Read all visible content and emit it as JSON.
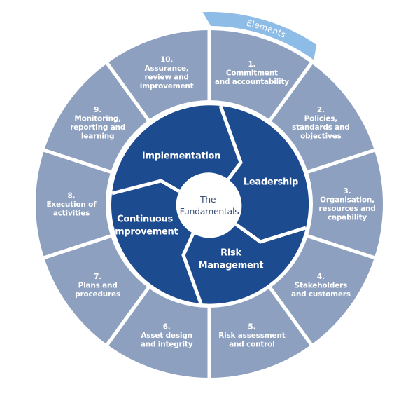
{
  "diagram": {
    "elements_tab_label": "Elements",
    "center_label_lines": [
      "The",
      "Fundamentals"
    ],
    "colors": {
      "element_segment": "#8ea0bf",
      "fundamental_segment": "#1d4b8f",
      "elements_tab": "#8dbce6",
      "divider": "#ffffff",
      "center_circle": "#ffffff",
      "center_text": "#3a4e78",
      "segment_text": "#ffffff"
    },
    "elements": [
      {
        "number": "1.",
        "lines": [
          "Commitment",
          "and accountability"
        ]
      },
      {
        "number": "2.",
        "lines": [
          "Policies,",
          "standards and",
          "objectives"
        ]
      },
      {
        "number": "3.",
        "lines": [
          "Organisation,",
          "resources and",
          "capability"
        ]
      },
      {
        "number": "4.",
        "lines": [
          "Stakeholders",
          "and customers"
        ]
      },
      {
        "number": "5.",
        "lines": [
          "Risk assessment",
          "and control"
        ]
      },
      {
        "number": "6.",
        "lines": [
          "Asset design",
          "and integrity"
        ]
      },
      {
        "number": "7.",
        "lines": [
          "Plans and",
          "procedures"
        ]
      },
      {
        "number": "8.",
        "lines": [
          "Execution of",
          "activities"
        ]
      },
      {
        "number": "9.",
        "lines": [
          "Monitoring,",
          "reporting and",
          "learning"
        ]
      },
      {
        "number": "10.",
        "lines": [
          "Assurance,",
          "review and",
          "improvement"
        ]
      }
    ],
    "fundamentals": [
      {
        "id": "implementation",
        "lines": [
          "Implementation"
        ]
      },
      {
        "id": "leadership",
        "lines": [
          "Leadership"
        ]
      },
      {
        "id": "risk-management",
        "lines": [
          "Risk",
          "Management"
        ]
      },
      {
        "id": "continuous-improvement",
        "lines": [
          "Continuous",
          "Improvement"
        ]
      }
    ]
  }
}
